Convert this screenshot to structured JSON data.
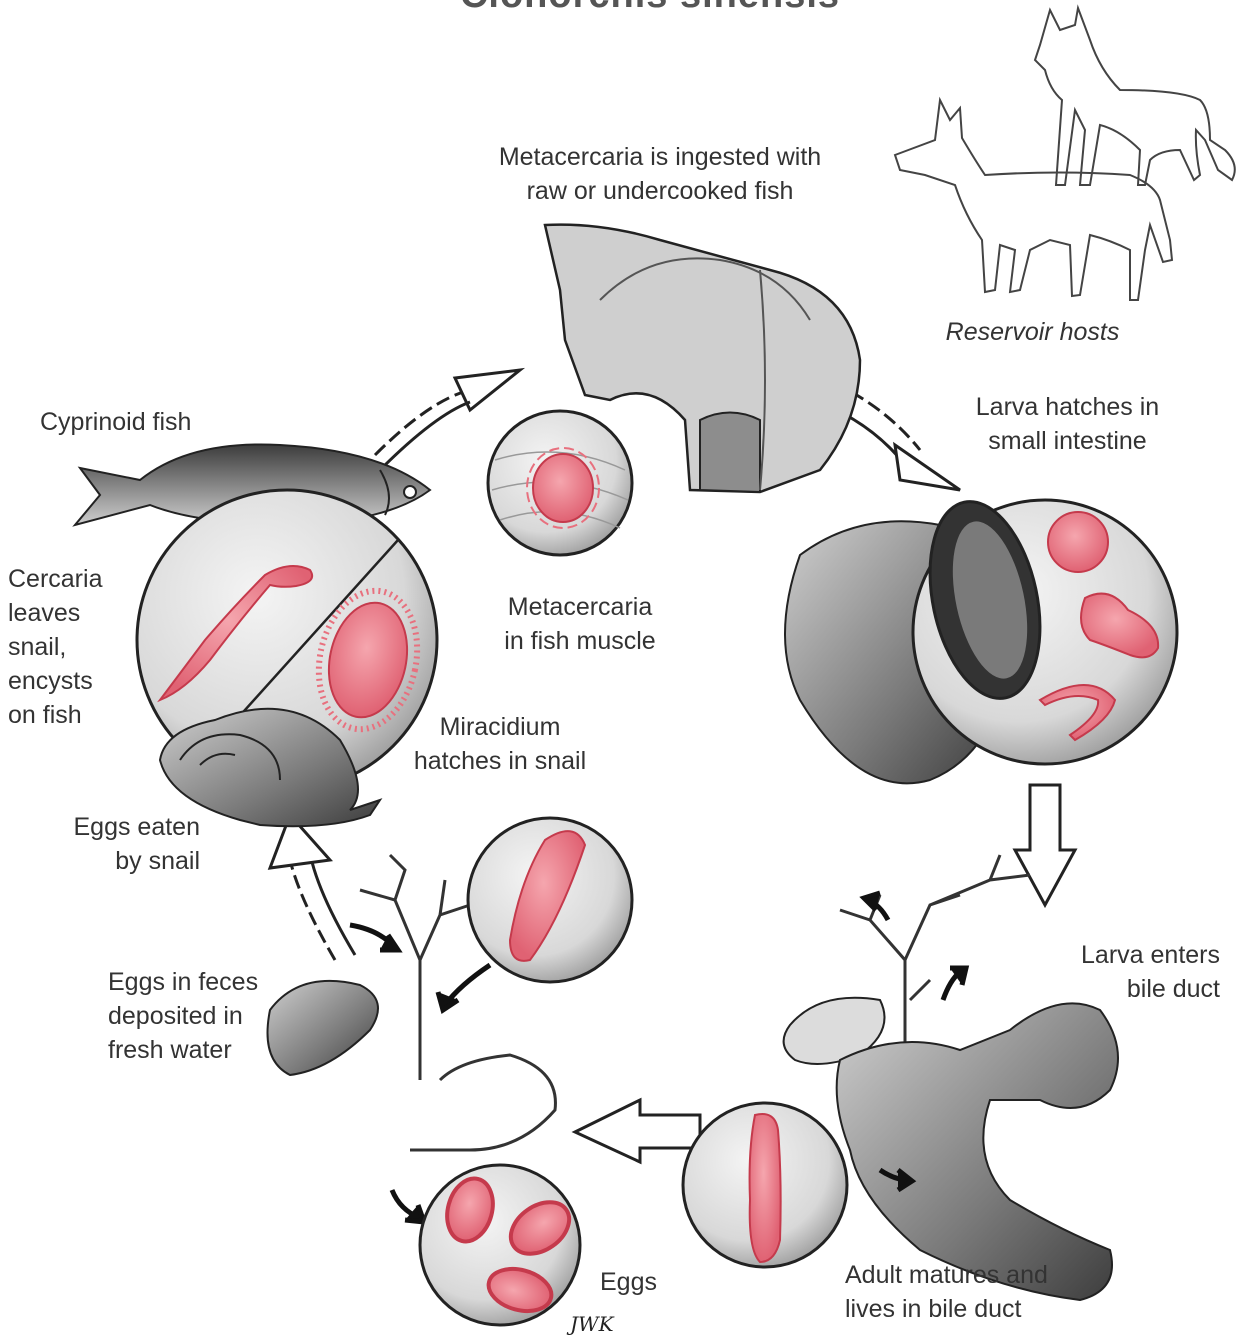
{
  "diagram": {
    "title_fragment": "Clonorchis sinensis",
    "labels": {
      "metacercaria_ingested": "Metacercaria is ingested with\nraw or undercooked fish",
      "reservoir_hosts": "Reservoir hosts",
      "larva_hatches": "Larva hatches in\nsmall intestine",
      "cyprinoid_fish": "Cyprinoid fish",
      "cercaria": "Cercaria\nleaves\nsnail,\nencysts\non fish",
      "metacercaria_muscle": "Metacercaria\nin fish muscle",
      "miracidium": "Miracidium\nhatches in snail",
      "eggs_eaten": "Eggs eaten\nby snail",
      "eggs_in_feces": "Eggs in feces\ndeposited in\nfresh water",
      "larva_enters": "Larva enters\nbile duct",
      "adult_matures": "Adult matures and\nlives in bile duct",
      "eggs": "Eggs",
      "signature": "JWK"
    },
    "colors": {
      "parasite_pink": "#e8707e",
      "parasite_outline": "#c53a4c",
      "circle_fill": "#e2e2e2",
      "organ_gray": "#8a8a8a",
      "arrow_outline": "#222222"
    }
  }
}
